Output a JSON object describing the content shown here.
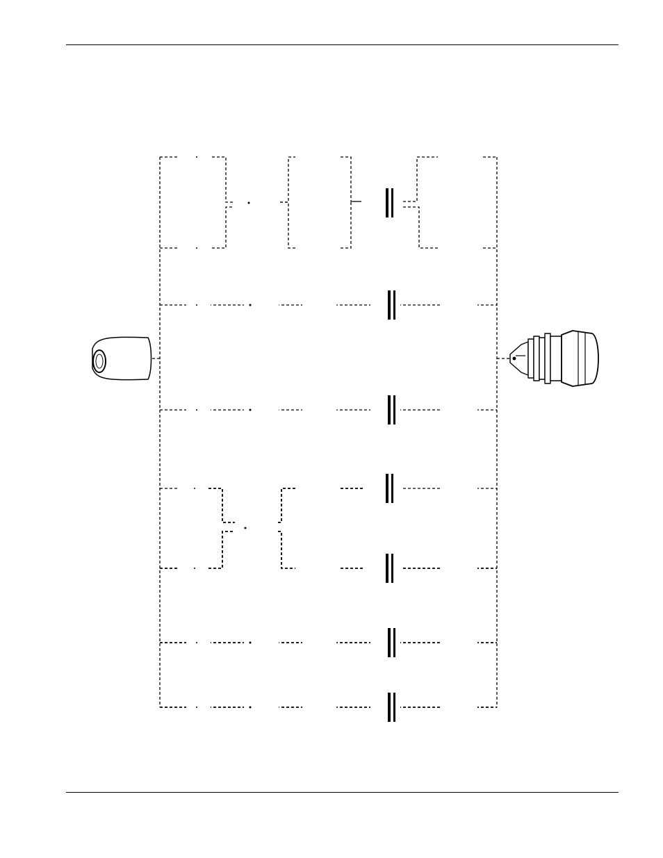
{
  "page": {
    "header_rule": true,
    "footer_rule": true
  },
  "diagram": {
    "kind": "consumable-parts-chart",
    "color": "#000000",
    "line_style": "dashed",
    "start_part": {
      "icon": "retaining-cap-icon"
    },
    "end_part": {
      "icon": "torch-head-icon"
    },
    "rows": [
      {
        "row": 1,
        "parts": [
          "shield-icon",
          "retaining-cap-icon",
          "nozzle-icon",
          "swirl-ring-icon",
          "electrode-icon"
        ]
      },
      {
        "row": 2,
        "parts": [
          "shield-icon",
          "nozzle-icon",
          "electrode-icon"
        ]
      },
      {
        "row": 3,
        "parts": [
          "shield-icon",
          "retaining-cap-icon",
          "nozzle-icon",
          "swirl-ring-icon",
          "electrode-icon"
        ]
      },
      {
        "row": 4,
        "parts": [
          "shield-icon",
          "retaining-cap-icon",
          "nozzle-icon",
          "swirl-ring-icon",
          "electrode-icon"
        ]
      },
      {
        "row": 5,
        "parts": [
          "shield-icon",
          "retaining-cap-icon",
          "nozzle-icon",
          "swirl-ring-icon",
          "electrode-icon"
        ]
      },
      {
        "row": 6,
        "parts": [
          "shield-icon",
          "nozzle-icon",
          "swirl-ring-icon",
          "electrode-icon"
        ]
      },
      {
        "row": 7,
        "parts": [
          "shield-icon",
          "retaining-cap-icon",
          "nozzle-icon",
          "swirl-ring-icon",
          "electrode-icon"
        ]
      },
      {
        "row": 8,
        "parts": [
          "shield-icon",
          "retaining-cap-icon",
          "nozzle-icon",
          "swirl-ring-icon",
          "electrode-icon"
        ]
      }
    ]
  }
}
